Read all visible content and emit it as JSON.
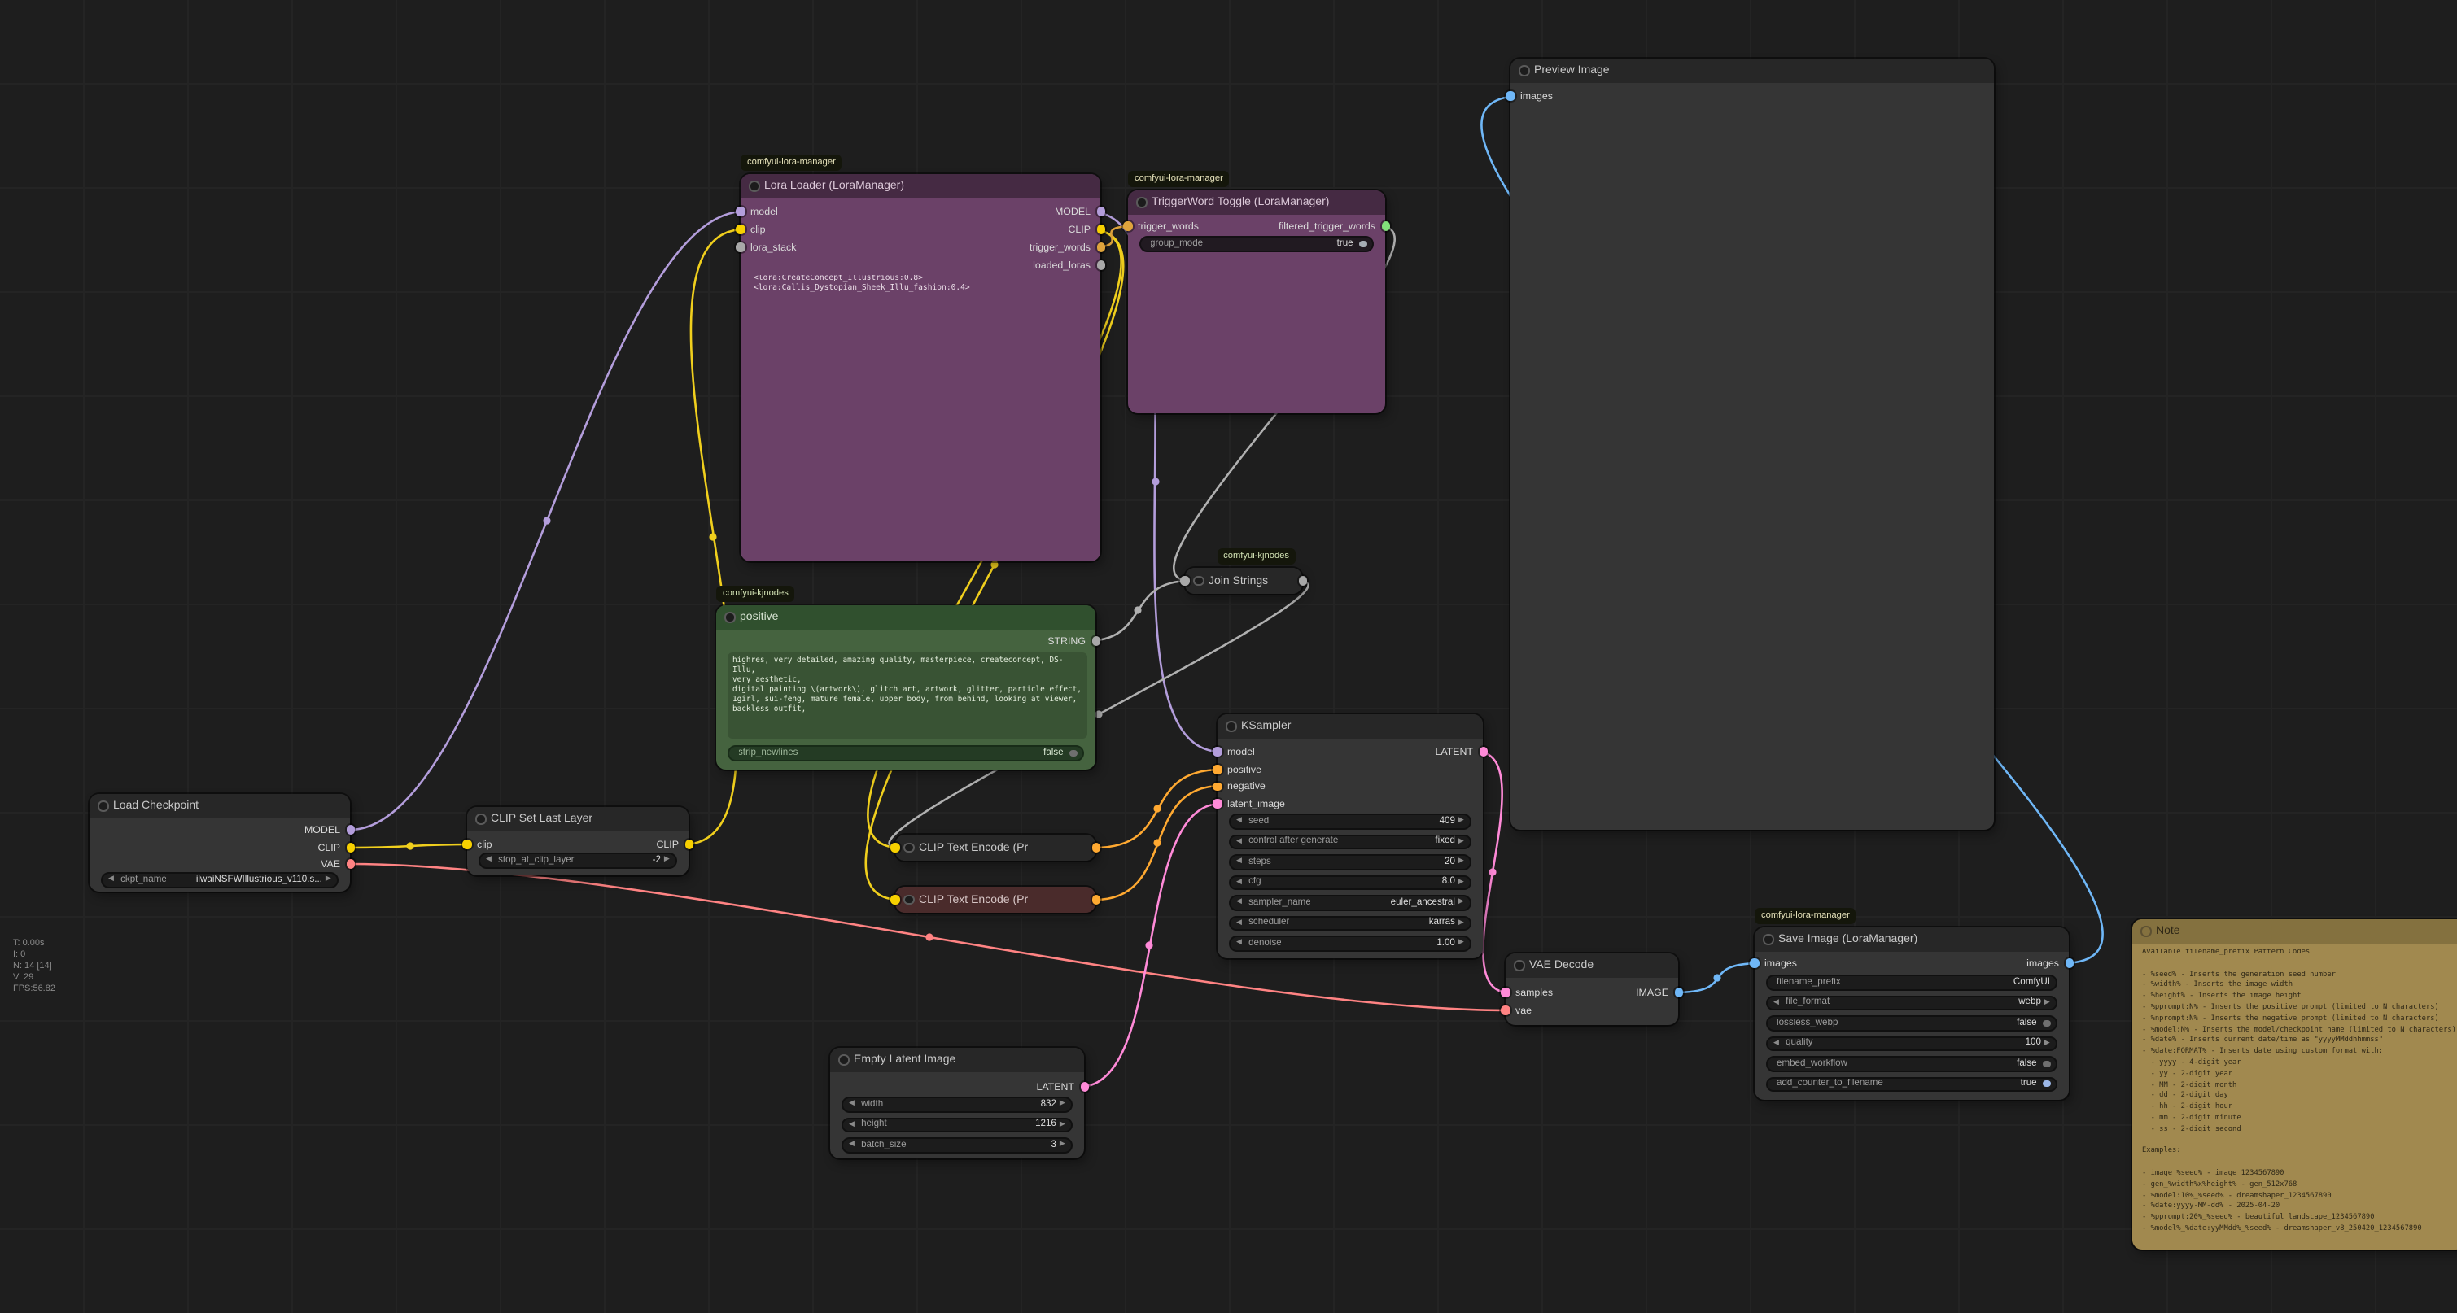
{
  "icons": {
    "left": "◀",
    "right": "▶"
  },
  "colors": {
    "model": "#b39ddb",
    "clip": "#f0cf1d",
    "vae": "#ff8383",
    "cond": "#ffa931",
    "latent": "#ff8ad8",
    "image": "#6fb7f7",
    "string": "#b0b0b0",
    "trig": "#dfa43c"
  },
  "stats": {
    "lines": [
      "T: 0.00s",
      "I: 0",
      "N: 14 [14]",
      "V: 29",
      "FPS:56.82"
    ]
  },
  "nodes": {
    "load_checkpoint": {
      "title": "Load Checkpoint",
      "outputs": [
        "MODEL",
        "CLIP",
        "VAE"
      ],
      "widgets": [
        {
          "label": "ckpt_name",
          "value": "ilwaiNSFWIllustrious_v110.s..."
        }
      ]
    },
    "clip_set": {
      "title": "CLIP Set Last Layer",
      "inputs": [
        "clip"
      ],
      "outputs": [
        "CLIP"
      ],
      "widgets": [
        {
          "label": "stop_at_clip_layer",
          "value": "-2"
        }
      ]
    },
    "lora_loader": {
      "title": "Lora Loader (LoraManager)",
      "badge": "comfyui-lora-manager",
      "inputs": [
        "model",
        "clip",
        "lora_stack"
      ],
      "outputs": [
        "MODEL",
        "CLIP",
        "trigger_words",
        "loaded_loras"
      ],
      "loras_text": "<lora:CreateConcept_Illustrious:0.8> <lora:Callis_Dystopian_Sheek_Illu_fashion:0.4>"
    },
    "tw_toggle": {
      "title": "TriggerWord Toggle (LoraManager)",
      "badge": "comfyui-lora-manager",
      "inputs": [
        "trigger_words"
      ],
      "outputs": [
        "filtered_trigger_words"
      ],
      "widgets": [
        {
          "label": "group_mode",
          "value": "true"
        }
      ]
    },
    "positive": {
      "title": "positive",
      "badge": "comfyui-kjnodes",
      "outputs": [
        "STRING"
      ],
      "text": "highres, very detailed, amazing quality, masterpiece, createconcept, DS-Illu,\nvery aesthetic,\ndigital painting \\(artwork\\), glitch art, artwork, glitter, particle effect,\n1girl, sui-feng, mature female, upper body, from behind, looking at viewer, backless outfit,",
      "widgets": [
        {
          "label": "strip_newlines",
          "value": "false"
        }
      ]
    },
    "join_strings": {
      "title": "Join Strings",
      "badge": "comfyui-kjnodes"
    },
    "cte1": {
      "title": "CLIP Text Encode (Pr"
    },
    "cte2": {
      "title": "CLIP Text Encode (Pr"
    },
    "ksampler": {
      "title": "KSampler",
      "inputs": [
        "model",
        "positive",
        "negative",
        "latent_image"
      ],
      "outputs": [
        "LATENT"
      ],
      "widgets": [
        {
          "label": "seed",
          "value": "409"
        },
        {
          "label": "control after generate",
          "value": "fixed"
        },
        {
          "label": "steps",
          "value": "20"
        },
        {
          "label": "cfg",
          "value": "8.0"
        },
        {
          "label": "sampler_name",
          "value": "euler_ancestral"
        },
        {
          "label": "scheduler",
          "value": "karras"
        },
        {
          "label": "denoise",
          "value": "1.00"
        }
      ]
    },
    "empty_latent": {
      "title": "Empty Latent Image",
      "outputs": [
        "LATENT"
      ],
      "widgets": [
        {
          "label": "width",
          "value": "832"
        },
        {
          "label": "height",
          "value": "1216"
        },
        {
          "label": "batch_size",
          "value": "3"
        }
      ]
    },
    "vae_decode": {
      "title": "VAE Decode",
      "inputs": [
        "samples",
        "vae"
      ],
      "outputs": [
        "IMAGE"
      ]
    },
    "preview": {
      "title": "Preview Image",
      "inputs": [
        "images"
      ]
    },
    "save_image": {
      "title": "Save Image (LoraManager)",
      "badge": "comfyui-lora-manager",
      "inputs": [
        "images"
      ],
      "outputs": [
        "images"
      ],
      "widgets": [
        {
          "label": "filename_prefix",
          "value": "ComfyUI"
        },
        {
          "label": "file_format",
          "value": "webp"
        },
        {
          "label": "lossless_webp",
          "value": "false"
        },
        {
          "label": "quality",
          "value": "100"
        },
        {
          "label": "embed_workflow",
          "value": "false"
        },
        {
          "label": "add_counter_to_filename",
          "value": "true"
        }
      ]
    },
    "note": {
      "title": "Note",
      "text": "Available filename_prefix Pattern Codes\n\n- %seed% - Inserts the generation seed number\n- %width% - Inserts the image width\n- %height% - Inserts the image height\n- %pprompt:N% - Inserts the positive prompt (limited to N characters)\n- %nprompt:N% - Inserts the negative prompt (limited to N characters)\n- %model:N% - Inserts the model/checkpoint name (limited to N characters)\n- %date% - Inserts current date/time as \"yyyyMMddhhmmss\"\n- %date:FORMAT% - Inserts date using custom format with:\n  - yyyy - 4-digit year\n  - yy - 2-digit year\n  - MM - 2-digit month\n  - dd - 2-digit day\n  - hh - 2-digit hour\n  - mm - 2-digit minute\n  - ss - 2-digit second\n\nExamples:\n\n- image_%seed% - image_1234567890\n- gen_%width%x%height% - gen_512x768\n- %model:10%_%seed% - dreamshaper_1234567890\n- %date:yyyy-MM-dd% - 2025-04-20\n- %pprompt:20%_%seed% - beautiful landscape_1234567890\n- %model%_%date:yyMMdd%_%seed% - dreamshaper_v8_250420_1234567890\n\nYou can combine multiple patterns to create detailed, organized filenames for you"
    }
  }
}
